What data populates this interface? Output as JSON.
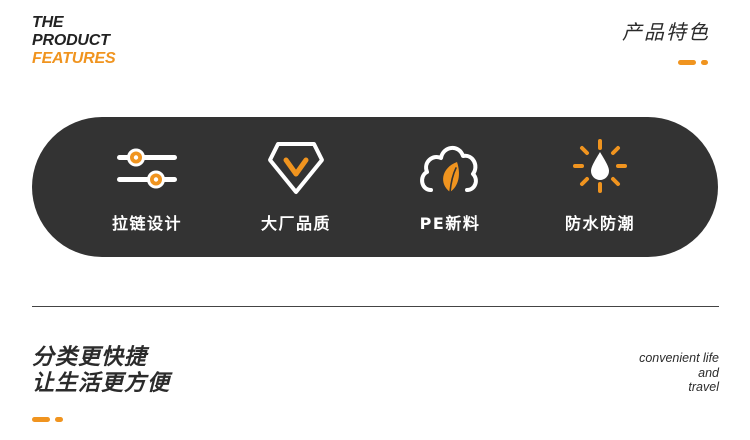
{
  "header": {
    "eng_line1": "THE",
    "eng_line2": "PRODUCT",
    "eng_line3": "FEATURES",
    "cn_title": "产品特色"
  },
  "features": [
    {
      "label": "拉链设计",
      "icon": "slider-adjust-icon"
    },
    {
      "label": "大厂品质",
      "icon": "diamond-check-icon"
    },
    {
      "label": "PE新料",
      "icon": "cloud-leaf-icon"
    },
    {
      "label": "防水防潮",
      "icon": "sun-water-drop-icon"
    }
  ],
  "slogan": {
    "line1": "分类更快捷",
    "line2": "让生活更方便"
  },
  "tagline": {
    "line1": "convenient life",
    "line2": "and",
    "line3": "travel"
  },
  "colors": {
    "accent": "#f0941f",
    "panel": "#333333",
    "text": "#2b2b2b"
  }
}
